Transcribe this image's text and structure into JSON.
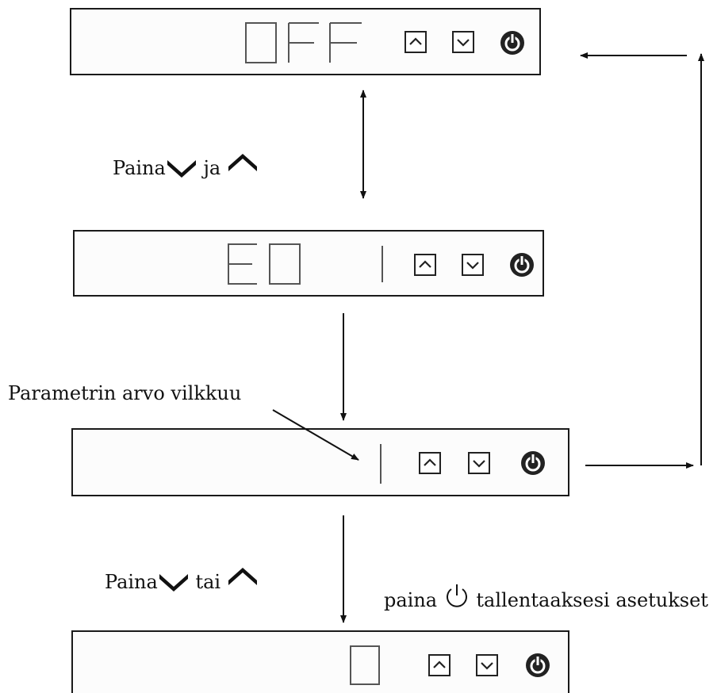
{
  "diagram": {
    "panels": [
      {
        "display": "OFF"
      },
      {
        "display": "E01"
      },
      {
        "display": "1"
      },
      {
        "display": "0"
      }
    ],
    "labels": {
      "press_down_and_up": {
        "before": "Paina",
        "between": "ja"
      },
      "param_blinks": "Parametrin arvo vilkkuu",
      "press_down_or_up": {
        "before": "Paina",
        "between": "tai"
      },
      "press_power_save": {
        "before": "paina",
        "after": "tallentaaksesi asetukset"
      }
    },
    "icons": [
      "chevron-up-icon",
      "chevron-down-icon",
      "power-icon"
    ],
    "colors": {
      "line": "#1a1a1a",
      "segment": "#444444",
      "background": "#ffffff"
    }
  }
}
